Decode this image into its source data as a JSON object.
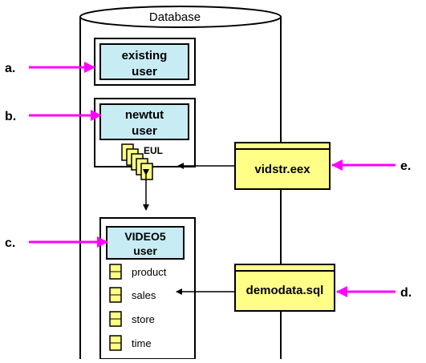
{
  "database": {
    "title": "Database"
  },
  "boxes": {
    "existing": {
      "line1": "existing",
      "line2": "user"
    },
    "newtut": {
      "line1": "newtut",
      "line2": "user"
    },
    "video": {
      "line1": "VIDEO5",
      "line2": "user"
    }
  },
  "eul_label": "EUL",
  "tables": [
    "product",
    "sales",
    "store",
    "time"
  ],
  "files": {
    "eex": "vidstr.eex",
    "sql": "demodata.sql"
  },
  "markers": {
    "a": "a.",
    "b": "b.",
    "c": "c.",
    "d": "d.",
    "e": "e."
  },
  "colors": {
    "cyan_fill": "#c8ecf4",
    "yellow_fill": "#ffff88",
    "magenta": "#ff00ff",
    "stroke": "#000000"
  }
}
